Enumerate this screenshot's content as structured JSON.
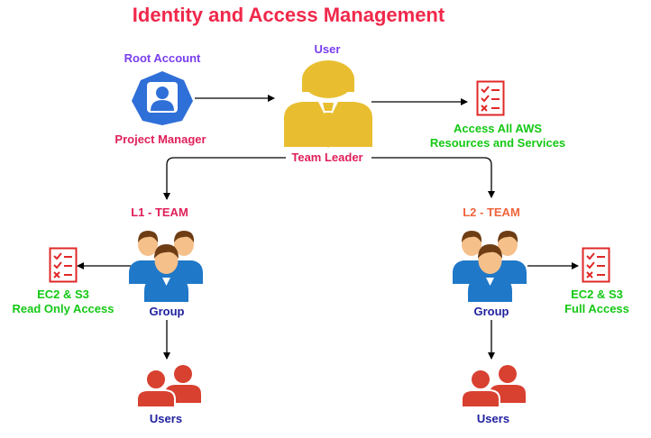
{
  "title": {
    "text": "Identity and Access Management"
  },
  "colors": {
    "title": "#f0284a",
    "purple": "#7a3ef0",
    "crimson": "#e0205a",
    "green": "#14c814",
    "orange": "#f0643c",
    "navy": "#2020a0",
    "iam_blue": "#2f6fd8",
    "user_gold": "#e8be30",
    "group_blue": "#1f78c8",
    "skin": "#f6c08a",
    "hair": "#6e3d14",
    "users_red": "#d84030",
    "checklist_red": "#e02828"
  },
  "nodes": {
    "root_account": {
      "label": "Root Account",
      "caption": "Project Manager",
      "icon": "iam-identity-icon"
    },
    "user": {
      "label": "User",
      "caption": "Team Leader",
      "icon": "user-icon"
    },
    "access_all": {
      "line1": "Access All AWS",
      "line2": "Resources and Services",
      "icon": "checklist-icon"
    },
    "l1_team": {
      "label": "L1 - TEAM",
      "caption": "Group",
      "icon": "group-icon"
    },
    "l2_team": {
      "label": "L2 - TEAM",
      "caption": "Group",
      "icon": "group-icon"
    },
    "l1_policy": {
      "line1": "EC2 & S3",
      "line2": "Read Only Access",
      "icon": "checklist-icon"
    },
    "l2_policy": {
      "line1": "EC2 & S3",
      "line2": "Full Access",
      "icon": "checklist-icon"
    },
    "l1_users": {
      "caption": "Users",
      "icon": "users-icon"
    },
    "l2_users": {
      "caption": "Users",
      "icon": "users-icon"
    }
  }
}
